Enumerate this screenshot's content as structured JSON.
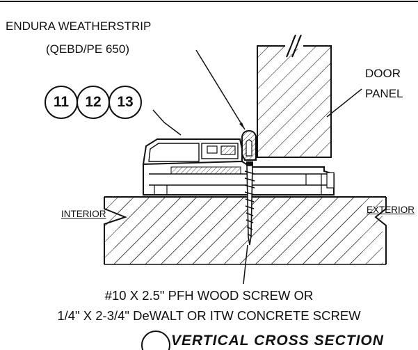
{
  "labels": {
    "weatherstrip_line1": "ENDURA WEATHERSTRIP",
    "weatherstrip_line2": "(QEBD/PE 650)",
    "door_line1": "DOOR",
    "door_line2": "PANEL",
    "interior": "INTERIOR",
    "exterior": "EXTERIOR",
    "screw_line1": "#10 X 2.5\" PFH WOOD SCREW OR",
    "screw_line2": "1/4\" X 2-3/4\" DeWALT OR ITW CONCRETE SCREW",
    "section_title": "VERTICAL CROSS SECTION"
  },
  "callouts": [
    "11",
    "12",
    "13"
  ],
  "colors": {
    "line": "#111111",
    "background": "#ffffff"
  }
}
